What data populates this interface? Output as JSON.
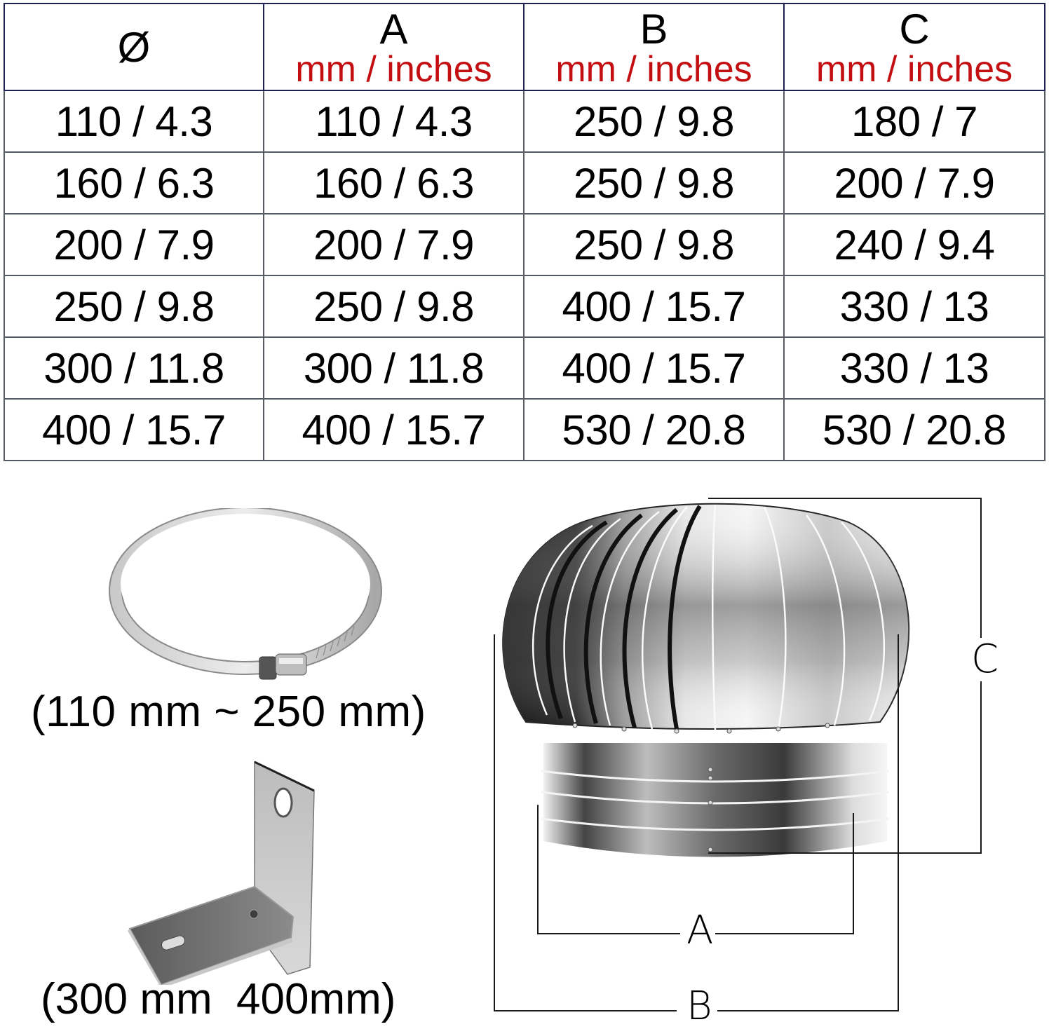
{
  "table": {
    "headers": [
      {
        "letter": "Ø",
        "unit": ""
      },
      {
        "letter": "A",
        "unit": "mm / inches"
      },
      {
        "letter": "B",
        "unit": "mm / inches"
      },
      {
        "letter": "C",
        "unit": "mm / inches"
      }
    ],
    "rows": [
      [
        "110 / 4.3",
        "110 / 4.3",
        "250 / 9.8",
        "180 / 7"
      ],
      [
        "160 / 6.3",
        "160 / 6.3",
        "250 / 9.8",
        "200 / 7.9"
      ],
      [
        "200 / 7.9",
        "200 / 7.9",
        "250 / 9.8",
        "240 / 9.4"
      ],
      [
        "250 / 9.8",
        "250 / 9.8",
        "400 / 15.7",
        "330 / 13"
      ],
      [
        "300 / 11.8",
        "300 / 11.8",
        "400 / 15.7",
        "330 / 13"
      ],
      [
        "400 / 15.7",
        "400 / 15.7",
        "530 / 20.8",
        "530 / 20.8"
      ]
    ],
    "unit_color": "#c30f12",
    "border_color": "#555a63"
  },
  "accessories": {
    "clamp": {
      "icon": "hose-clamp-icon",
      "label": "(110 mm ~ 250 mm)"
    },
    "bracket": {
      "icon": "l-bracket-icon",
      "label": "(300 mm  400mm)"
    }
  },
  "diagram": {
    "icon": "turbine-ventilator-icon",
    "dimensions": {
      "a": "A",
      "b": "B",
      "c": "C"
    }
  }
}
